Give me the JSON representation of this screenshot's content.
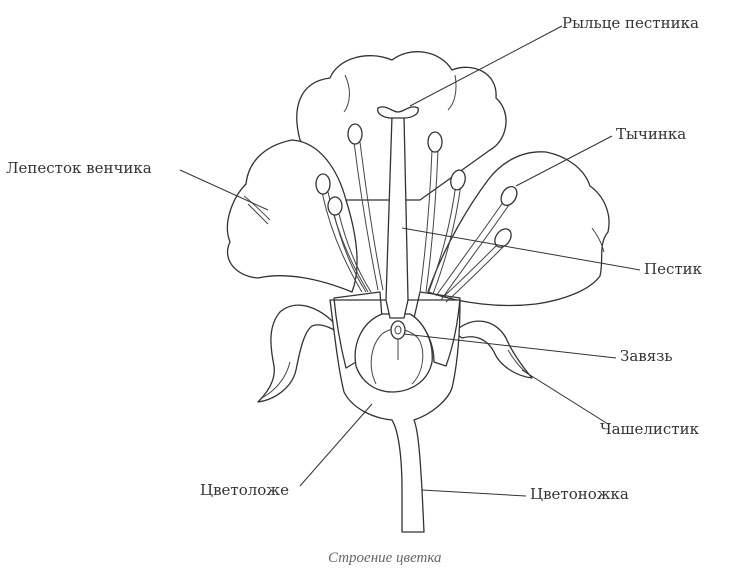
{
  "labels": {
    "stigma": "Рыльце пестника",
    "petal": "Лепесток венчика",
    "stamen": "Тычинка",
    "pistil": "Пестик",
    "ovary": "Завязь",
    "sepal": "Чашелистик",
    "receptacle": "Цветоложе",
    "pedicel": "Цветоножка"
  },
  "caption": "Строение цветка"
}
